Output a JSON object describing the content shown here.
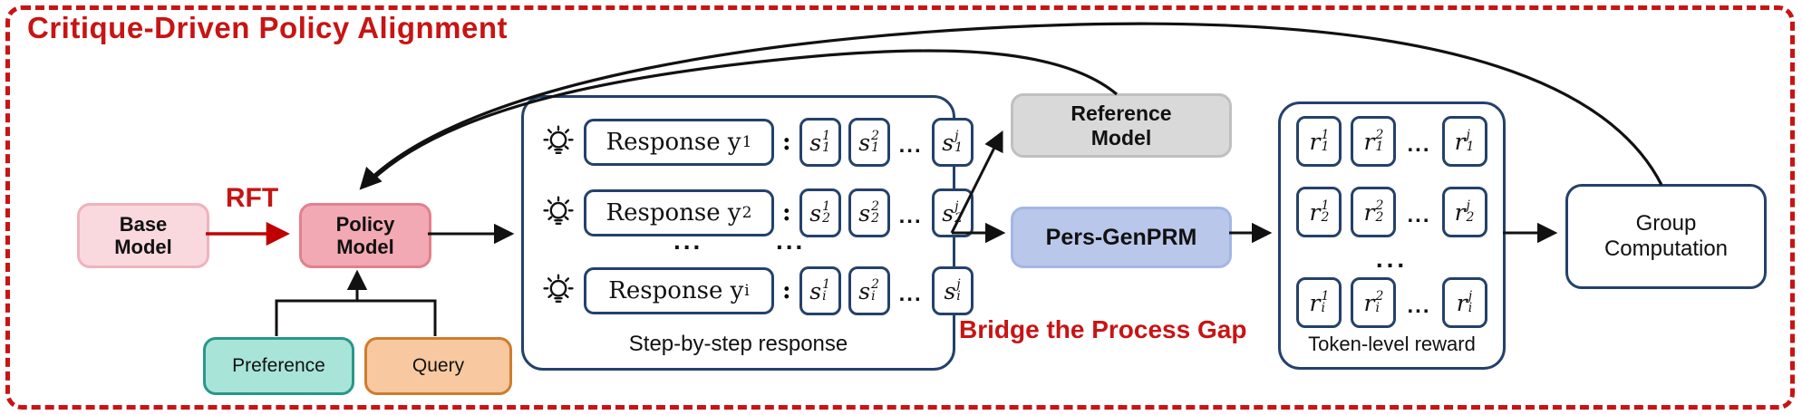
{
  "title": "Critique-Driven Policy Alignment",
  "colors": {
    "red": "#c81414",
    "navy": "#24416b",
    "black": "#111111",
    "base_fill": "#f9d9de",
    "base_border": "#efb3bd",
    "policy_fill": "#f2a9b3",
    "policy_border": "#e2808d",
    "pref_fill": "#a9e4d9",
    "pref_border": "#27988a",
    "query_fill": "#f8c9a0",
    "query_border": "#cf7c2e",
    "ref_fill": "#d9d9d9",
    "ref_border": "#c0c0c0",
    "prm_fill": "#b9c7ea",
    "prm_border": "#a4b6e3"
  },
  "nodes": {
    "base_model": {
      "line1": "Base",
      "line2": "Model"
    },
    "policy_model": {
      "line1": "Policy",
      "line2": "Model"
    },
    "reference_model": {
      "line1": "Reference",
      "line2": "Model"
    },
    "group_computation": {
      "line1": "Group",
      "line2": "Computation"
    },
    "pers_genprm": {
      "label": "Pers-GenPRM"
    },
    "preference": {
      "label": "Preference"
    },
    "query": {
      "label": "Query"
    },
    "rft": {
      "label": "RFT"
    }
  },
  "captions": {
    "bridge": "Bridge the Process Gap",
    "step_box": "Step-by-step response",
    "reward_box": "Token-level reward"
  },
  "step_box": {
    "colon": ":",
    "cell_ellipsis": "...",
    "mid_ellipsis": [
      "...",
      "..."
    ],
    "rows": [
      {
        "response": "Response y",
        "sub": "1",
        "base": "s",
        "sups": [
          "1",
          "2",
          "j"
        ]
      },
      {
        "response": "Response y",
        "sub": "2",
        "base": "s",
        "sups": [
          "1",
          "2",
          "j"
        ]
      },
      {
        "response": "Response y",
        "sub": "i",
        "base": "s",
        "sups": [
          "1",
          "2",
          "j"
        ]
      }
    ]
  },
  "reward_box": {
    "cell_ellipsis": "...",
    "mid_ellipsis": "...",
    "rows": [
      {
        "base": "r",
        "sub": "1",
        "sups": [
          "1",
          "2",
          "j"
        ]
      },
      {
        "base": "r",
        "sub": "2",
        "sups": [
          "1",
          "2",
          "j"
        ]
      },
      {
        "base": "r",
        "sub": "i",
        "sups": [
          "1",
          "2",
          "j"
        ]
      }
    ]
  }
}
